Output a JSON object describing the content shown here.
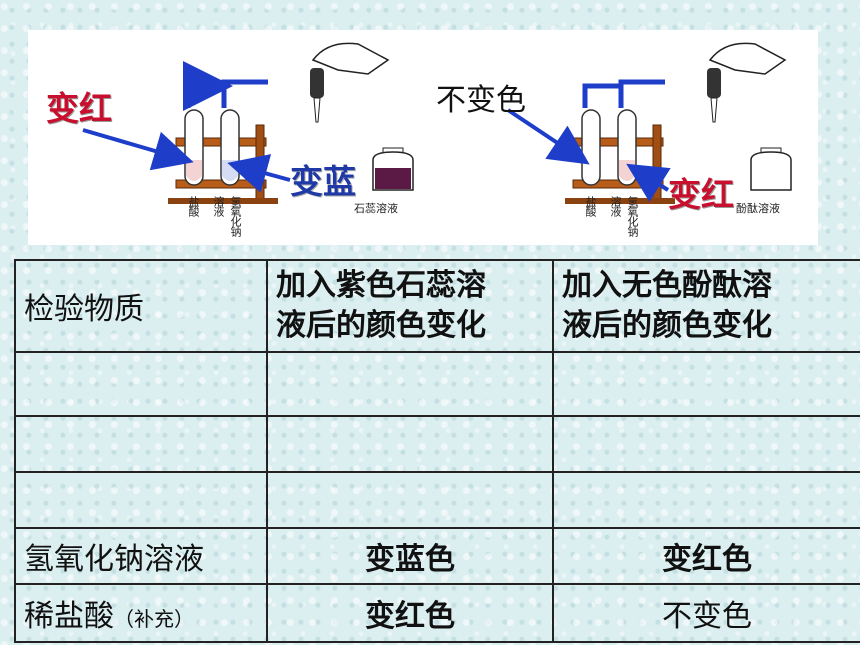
{
  "illustration": {
    "left_panel": {
      "label_red": "变红",
      "label_blue": "变蓝",
      "tube1_label": "盐酸",
      "tube2_label": "溶液",
      "tube3_label": "氢氧化钠",
      "bottle_label": "石蕊溶液"
    },
    "right_panel": {
      "label_no_change": "不变色",
      "label_red": "变红",
      "tube1_label": "盐酸",
      "tube2_label": "溶液",
      "tube3_label": "氢氧化钠",
      "bottle_label": "酚酞溶液"
    },
    "colors": {
      "litmus_liquid": "#5a1a45",
      "arrow_blue": "#1e3ec9",
      "label_red": "#c8102e",
      "label_blue": "#1f3aa6"
    }
  },
  "table": {
    "headers": {
      "substance": "检验物质",
      "litmus_line1": "加入紫色石蕊溶",
      "litmus_line2": "液后的颜色变化",
      "phenol_line1": "加入无色酚酞溶",
      "phenol_line2": "液后的颜色变化"
    },
    "rows": [
      {
        "substance": "",
        "litmus": "",
        "phenol": ""
      },
      {
        "substance": "",
        "litmus": "",
        "phenol": ""
      },
      {
        "substance": "",
        "litmus": "",
        "phenol": ""
      },
      {
        "substance": "氢氧化钠溶液",
        "litmus": "变蓝色",
        "phenol": "变红色"
      },
      {
        "substance": "稀盐酸",
        "note": "（补充）",
        "litmus": "变红色",
        "phenol": "不变色"
      }
    ]
  }
}
